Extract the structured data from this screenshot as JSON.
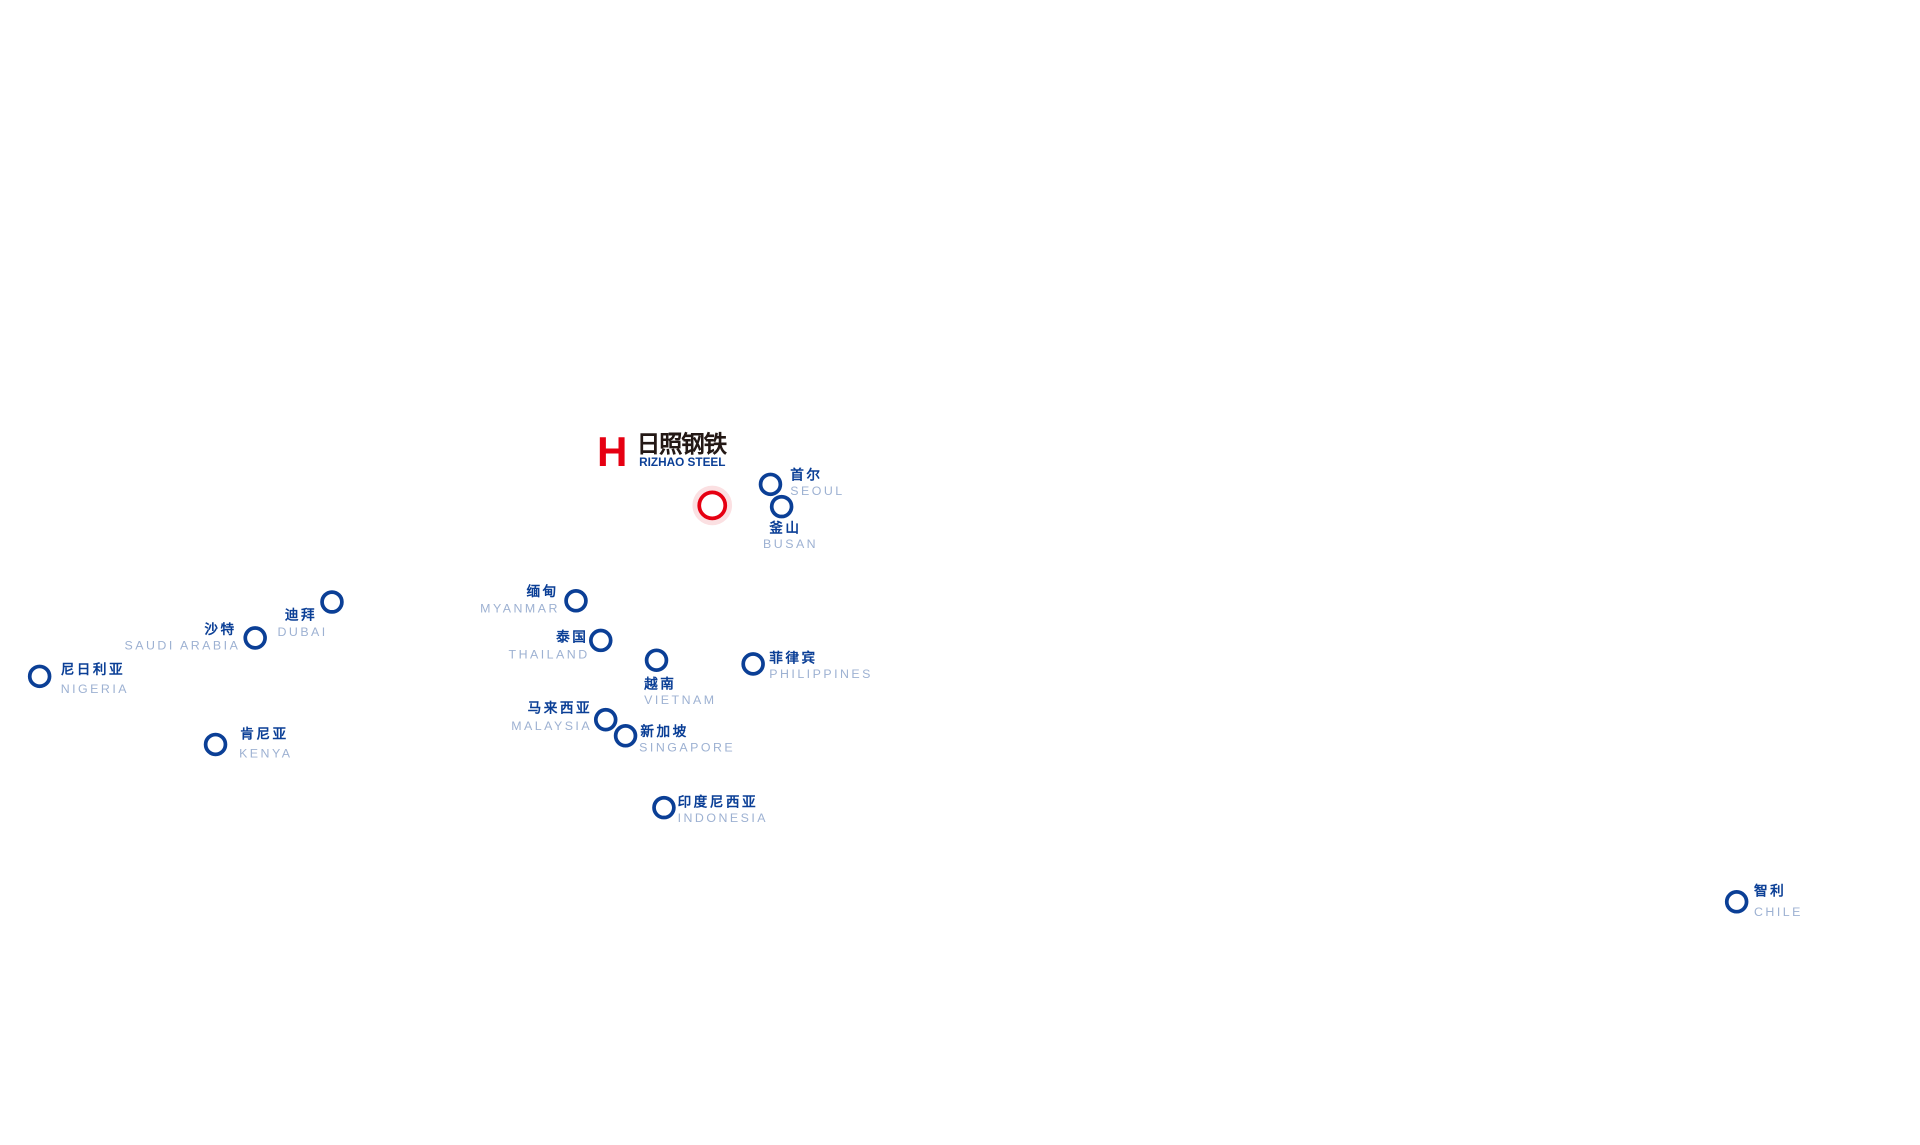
{
  "logo": {
    "mark": "H",
    "name_zh": "日照钢铁",
    "name_en": "RIZHAO STEEL"
  },
  "colors": {
    "hq": "#e60012",
    "marker": "#0b3f96",
    "label_en": "#9db1d2"
  },
  "locations": [
    {
      "zh": "首尔",
      "en": "SEOUL"
    },
    {
      "zh": "釜山",
      "en": "BUSAN"
    },
    {
      "zh": "迪拜",
      "en": "DUBAI"
    },
    {
      "zh": "沙特",
      "en": "SAUDI ARABIA"
    },
    {
      "zh": "尼日利亚",
      "en": "NIGERIA"
    },
    {
      "zh": "肯尼亚",
      "en": "KENYA"
    },
    {
      "zh": "缅甸",
      "en": "MYANMAR"
    },
    {
      "zh": "泰国",
      "en": "THAILAND"
    },
    {
      "zh": "越南",
      "en": "VIETNAM"
    },
    {
      "zh": "菲律宾",
      "en": "PHILIPPINES"
    },
    {
      "zh": "马来西亚",
      "en": "MALAYSIA"
    },
    {
      "zh": "新加坡",
      "en": "SINGAPORE"
    },
    {
      "zh": "印度尼西亚",
      "en": "INDONESIA"
    },
    {
      "zh": "智利",
      "en": "CHILE"
    }
  ]
}
